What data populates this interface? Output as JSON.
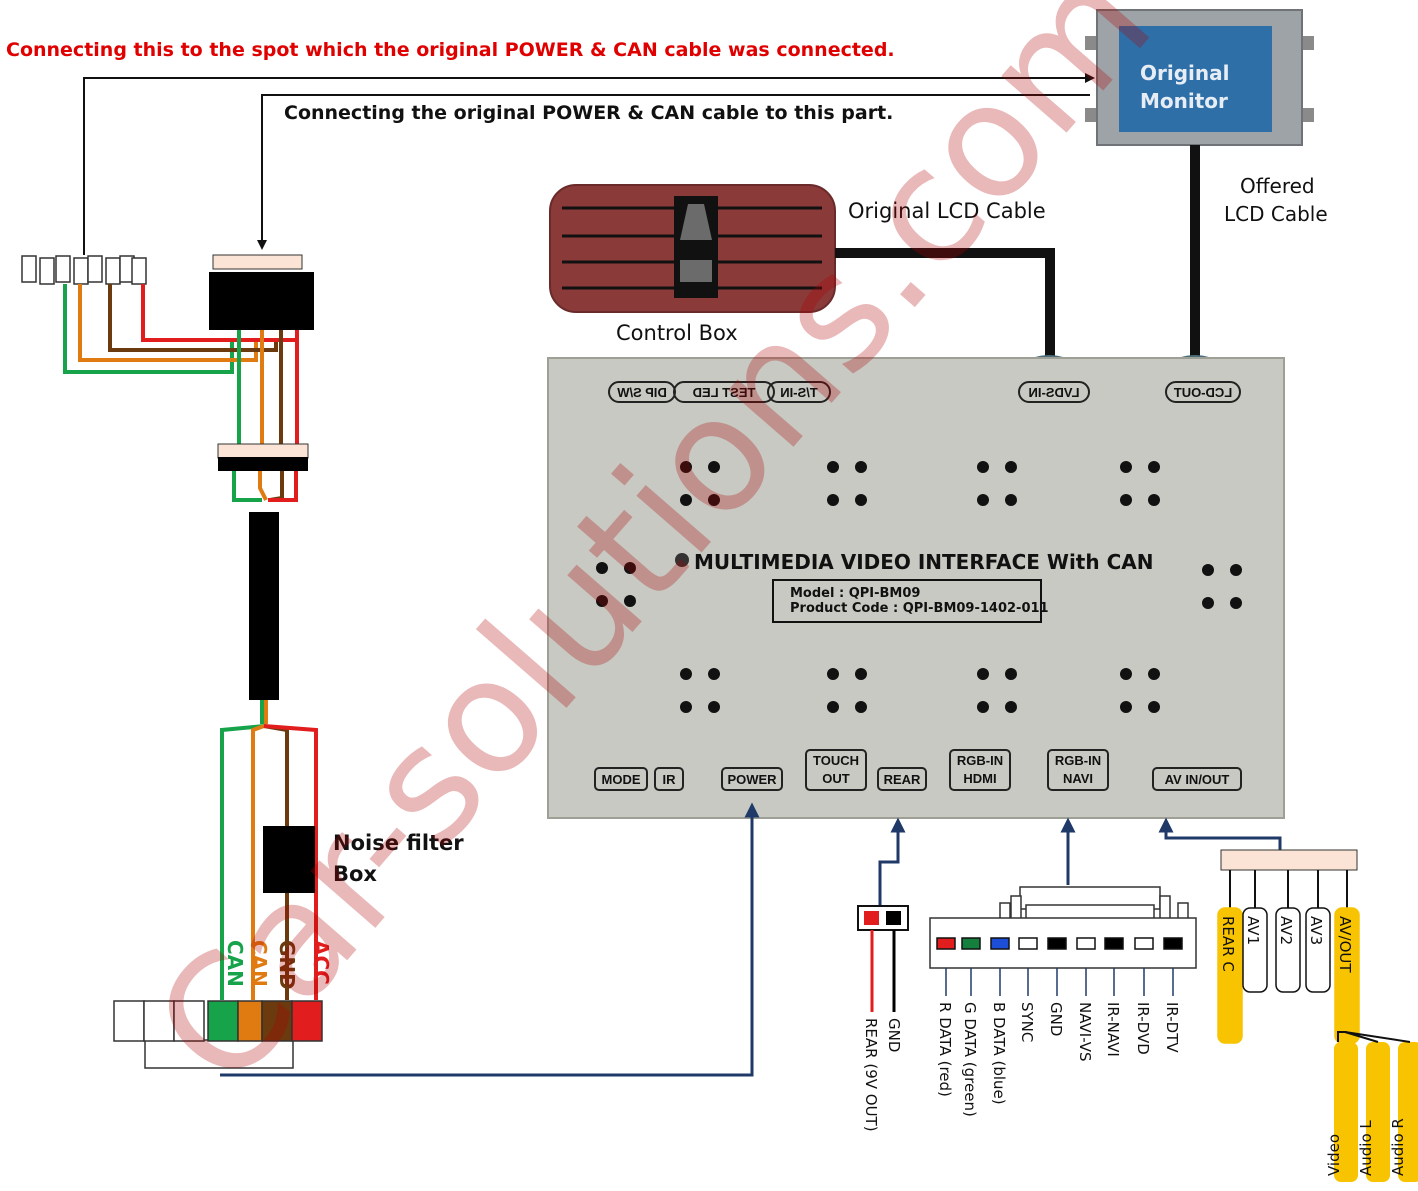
{
  "top_notes": {
    "line1": "Connecting this to the spot which the original  POWER & CAN cable was connected.",
    "line2": "Connecting the original POWER & CAN cable to this part."
  },
  "monitor": {
    "line1": "Original",
    "line2": "Monitor"
  },
  "offered_cable": {
    "line1": "Offered",
    "line2": "LCD Cable"
  },
  "original_lcd_cable": "Original LCD Cable",
  "control_box": "Control Box",
  "interface_box": {
    "title": "MULTIMEDIA VIDEO INTERFACE With CAN",
    "model": "Model : QPI-BM09",
    "product_code": "Product Code : QPI-BM09-1402-011",
    "top_ports": [
      "DIP S/W",
      "TEST LED",
      "T/S-IN",
      "LVDS-IN",
      "LCD-OUT"
    ],
    "bottom_ports": {
      "mode": "MODE",
      "ir": "IR",
      "power": "POWER",
      "touch_out_1": "TOUCH",
      "touch_out_2": "OUT",
      "rear": "REAR",
      "rgb_hdmi_1": "RGB-IN",
      "rgb_hdmi_2": "HDMI",
      "rgb_navi_1": "RGB-IN",
      "rgb_navi_2": "NAVI",
      "av": "AV IN/OUT"
    }
  },
  "watermark": "Car-solutions.com",
  "noise_filter": {
    "line1": "Noise filter",
    "line2": "Box"
  },
  "power_wires": [
    {
      "label": "CAN",
      "color": "#16a34a"
    },
    {
      "label": "CAN",
      "color": "#e07b12"
    },
    {
      "label": "GND",
      "color": "#6b3a0e"
    },
    {
      "label": "ACC",
      "color": "#e11d1d"
    }
  ],
  "rear_wires": [
    "REAR (9V OUT)",
    "GND"
  ],
  "rgb_pins": [
    {
      "label": "R DATA (red)",
      "color": "#e11d1d"
    },
    {
      "label": "G DATA (green)",
      "color": "#15803d"
    },
    {
      "label": "B DATA (blue)",
      "color": "#1d4ed8"
    },
    {
      "label": "SYNC",
      "color": "#ffffff"
    },
    {
      "label": "GND",
      "color": "#000000"
    },
    {
      "label": "NAVI-VS",
      "color": "#ffffff"
    },
    {
      "label": "IR-NAVI",
      "color": "#000000"
    },
    {
      "label": "IR-DVD",
      "color": "#ffffff"
    },
    {
      "label": "IR-DTV",
      "color": "#000000"
    }
  ],
  "av_wires": [
    "REAR C",
    "AV1",
    "AV2",
    "AV3",
    "AV/OUT"
  ],
  "av_out_split": [
    "Video",
    "Audio L",
    "Audio R"
  ],
  "colors": {
    "red_note": "#e00000",
    "arrow_navy": "#1f3a68",
    "control_box": "#8b3a3a",
    "box_body": "#c7c9c2",
    "yellow_tag": "#f8c300",
    "monitor_screen": "#2f6fa8"
  }
}
